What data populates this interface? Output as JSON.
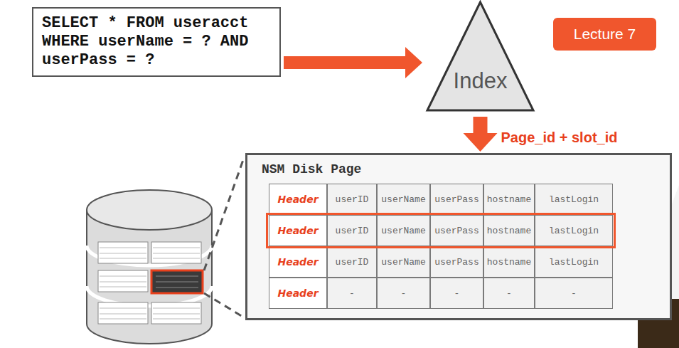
{
  "diagram": {
    "nodes": [
      {
        "text": [
          "SELECT * FROM useracct WHERE userName = ? AND userPass = ?"
        ]
      },
      {
        "text": [
          "Index"
        ]
      },
      {
        "text": [
          "Lecture 7"
        ]
      },
      {
        "text": [
          "NSM Disk Page"
        ]
      }
    ],
    "edges": [
      {
        "from": 0,
        "to": 1,
        "arrow": "to"
      },
      {
        "from": 1,
        "to": 3,
        "label": "Page_id + slot_id",
        "arrow": "to"
      }
    ],
    "labels": [
      "Header",
      "userID",
      "userName",
      "userPass",
      "hostname",
      "lastLogin",
      "Header",
      "userID",
      "userName",
      "userPass",
      "hostname",
      "lastLogin",
      "Header",
      "userID",
      "userName",
      "userPass",
      "hostname",
      "lastLogin",
      "Header",
      "-",
      "-",
      "-",
      "-",
      "-"
    ]
  }
}
